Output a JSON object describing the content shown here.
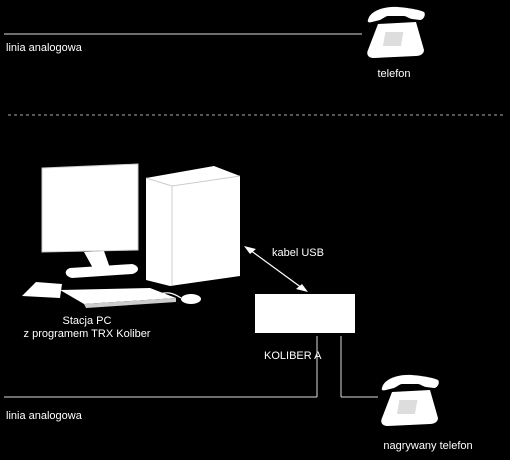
{
  "top": {
    "line_label": "linia analogowa",
    "phone_label": "telefon"
  },
  "pc": {
    "label_line1": "Stacja PC",
    "label_line2": "z programem TRX Koliber"
  },
  "usb": {
    "label": "kabel USB"
  },
  "device": {
    "label": "KOLIBER A"
  },
  "bottom": {
    "line_label": "linia analogowa",
    "phone_label": "nagrywany telefon"
  },
  "colors": {
    "background": "#000000",
    "foreground": "#ffffff",
    "line": "#dddddd",
    "separator": "#aaaaaa"
  },
  "icons": [
    "telephone-icon",
    "computer-monitor-icon",
    "computer-tower-icon",
    "keyboard-icon",
    "mouse-icon",
    "recorder-device-icon",
    "double-arrow-icon"
  ]
}
